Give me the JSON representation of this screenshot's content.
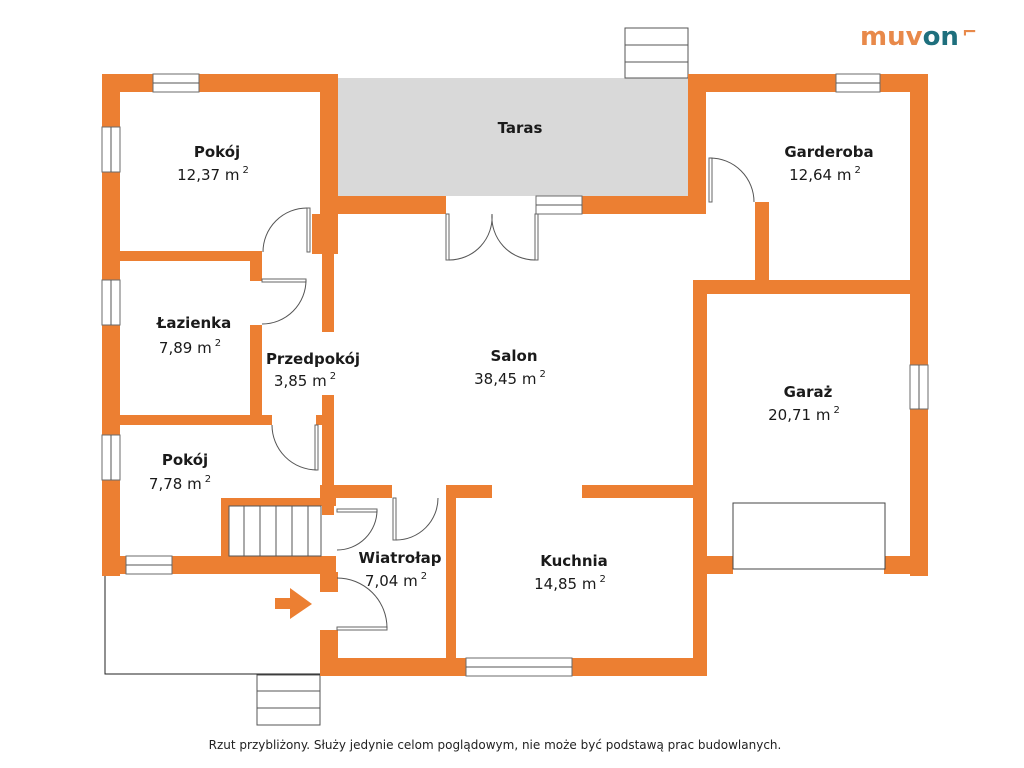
{
  "brand": {
    "logo_part1": "muv",
    "logo_part2": "on",
    "logo_mark": "⌐",
    "accent": "#ec7f32",
    "accent_dark": "#1e6f7d"
  },
  "rooms": [
    {
      "name": "Pokój",
      "area": "12,37 m",
      "unit_exp": "2"
    },
    {
      "name": "Taras",
      "area": "",
      "unit_exp": ""
    },
    {
      "name": "Garderoba",
      "area": "12,64 m",
      "unit_exp": "2"
    },
    {
      "name": "Łazienka",
      "area": "7,89 m",
      "unit_exp": "2"
    },
    {
      "name": "Przedpokój",
      "area": "3,85 m",
      "unit_exp": "2"
    },
    {
      "name": "Salon",
      "area": "38,45 m",
      "unit_exp": "2"
    },
    {
      "name": "Garaż",
      "area": "20,71 m",
      "unit_exp": "2"
    },
    {
      "name": "Pokój",
      "area": "7,78 m",
      "unit_exp": "2"
    },
    {
      "name": "Wiatrołap",
      "area": "7,04 m",
      "unit_exp": "2"
    },
    {
      "name": "Kuchnia",
      "area": "14,85 m",
      "unit_exp": "2"
    }
  ],
  "colors": {
    "wall": "#ec7f32",
    "terrace": "#d9d9d9"
  },
  "disclaimer": "Rzut przybliżony. Służy jedynie celom poglądowym, nie może być podstawą prac budowlanych."
}
